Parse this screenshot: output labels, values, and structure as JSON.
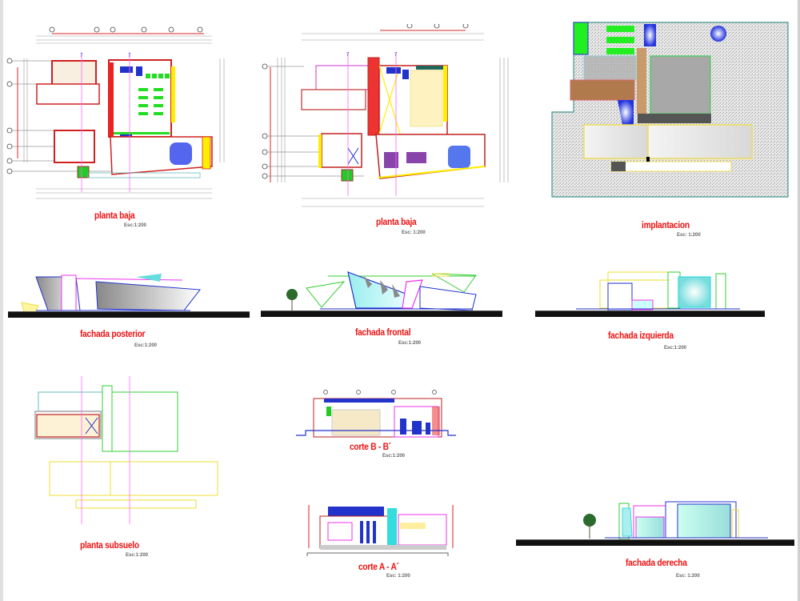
{
  "sheet": {
    "drawings": [
      {
        "id": "planta-baja-1",
        "title": "planta baja",
        "scale": "Esc:1:200"
      },
      {
        "id": "planta-baja-2",
        "title": "planta baja",
        "scale": "Esc: 1:200"
      },
      {
        "id": "implantacion",
        "title": "implantacion",
        "scale": "Esc: 1:200"
      },
      {
        "id": "fachada-posterior",
        "title": "fachada posterior",
        "scale": "Esc:1:200"
      },
      {
        "id": "fachada-frontal",
        "title": "fachada frontal",
        "scale": "Esc:1:200"
      },
      {
        "id": "fachada-izquierda",
        "title": "fachada izquierda",
        "scale": "Esc:1:200"
      },
      {
        "id": "planta-subsuelo",
        "title": "planta subsuelo",
        "scale": "Esc:1:200"
      },
      {
        "id": "corte-b",
        "title": "corte B - B´",
        "scale": "Esc:1:200"
      },
      {
        "id": "corte-a",
        "title": "corte A - A´",
        "scale": "Esc: 1:200"
      },
      {
        "id": "fachada-derecha",
        "title": "fachada derecha",
        "scale": "Esc: 1:200"
      }
    ],
    "colors": {
      "wall": "#e02020",
      "column": "#ffee00",
      "furniture": "#22dd22",
      "fixture": "#2233cc",
      "axis": "#ff66ff",
      "glass": "#66dddd",
      "ground": "#111111",
      "title": "#ee1111"
    }
  }
}
